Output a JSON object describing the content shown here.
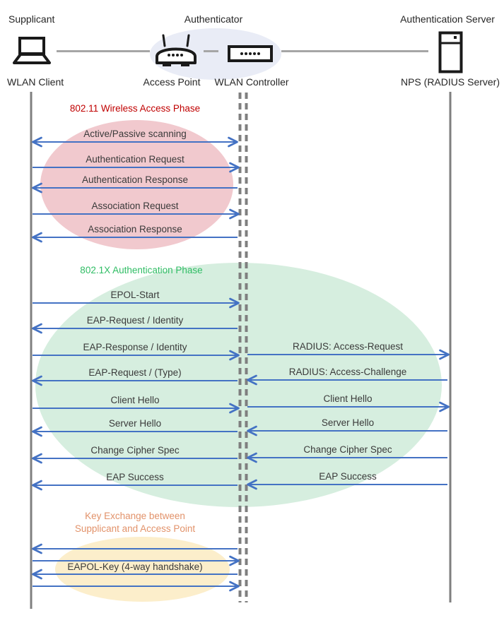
{
  "header": {
    "roles": {
      "supplicant": "Supplicant",
      "authenticator": "Authenticator",
      "auth_server": "Authentication Server"
    },
    "devices": {
      "wlan_client": "WLAN Client",
      "access_point": "Access Point",
      "wlan_controller": "WLAN Controller",
      "nps": "NPS (RADIUS Server)"
    },
    "icons": {
      "wlan_client": "laptop-icon",
      "access_point": "wireless-router-icon",
      "wlan_controller": "controller-switch-icon",
      "auth_server": "server-icon"
    }
  },
  "phases": {
    "wireless": {
      "title": "802.11 Wireless Access Phase",
      "title_color": "#C00000",
      "ellipse_color": "#F1C9CE",
      "messages": [
        {
          "label": "Active/Passive scanning",
          "direction": "both",
          "span": "client-controller"
        },
        {
          "label": "Authentication Request",
          "direction": "right",
          "span": "client-controller"
        },
        {
          "label": "Authentication Response",
          "direction": "left",
          "span": "client-controller"
        },
        {
          "label": "Association Request",
          "direction": "right",
          "span": "client-controller"
        },
        {
          "label": "Association Response",
          "direction": "left",
          "span": "client-controller"
        }
      ]
    },
    "auth": {
      "title": "802.1X Authentication Phase",
      "title_color": "#2FBD64",
      "ellipse_color": "#D6EEDF",
      "client_ap": [
        {
          "label": "EPOL-Start",
          "direction": "right"
        },
        {
          "label": "EAP-Request / Identity",
          "direction": "left"
        },
        {
          "label": "EAP-Response / Identity",
          "direction": "right"
        },
        {
          "label": "EAP-Request / (Type)",
          "direction": "left"
        },
        {
          "label": "Client Hello",
          "direction": "right"
        },
        {
          "label": "Server Hello",
          "direction": "left"
        },
        {
          "label": "Change Cipher Spec",
          "direction": "left"
        },
        {
          "label": "EAP Success",
          "direction": "left"
        }
      ],
      "ap_server": [
        {
          "label": "RADIUS: Access-Request",
          "direction": "right"
        },
        {
          "label": "RADIUS: Access-Challenge",
          "direction": "left"
        },
        {
          "label": "Client Hello",
          "direction": "right"
        },
        {
          "label": "Server Hello",
          "direction": "left"
        },
        {
          "label": "Change Cipher Spec",
          "direction": "left"
        },
        {
          "label": "EAP Success",
          "direction": "left"
        }
      ]
    },
    "key_exchange": {
      "title_line1": "Key Exchange between",
      "title_line2": "Supplicant and Access Point",
      "title_color": "#E2926A",
      "ellipse_color": "#FCEECB",
      "messages": [
        {
          "label": "EAPOL-Key (4-way handshake)",
          "direction": "left,right,left,right",
          "span": "client-controller"
        }
      ]
    }
  },
  "colors": {
    "arrow_blue": "#4472C4",
    "lifeline_gray": "#7F7F7F",
    "connector_gray": "#A6A6A6",
    "authenticator_ellipse": "#E9ECF6",
    "message_text": "#3A3A3A"
  }
}
